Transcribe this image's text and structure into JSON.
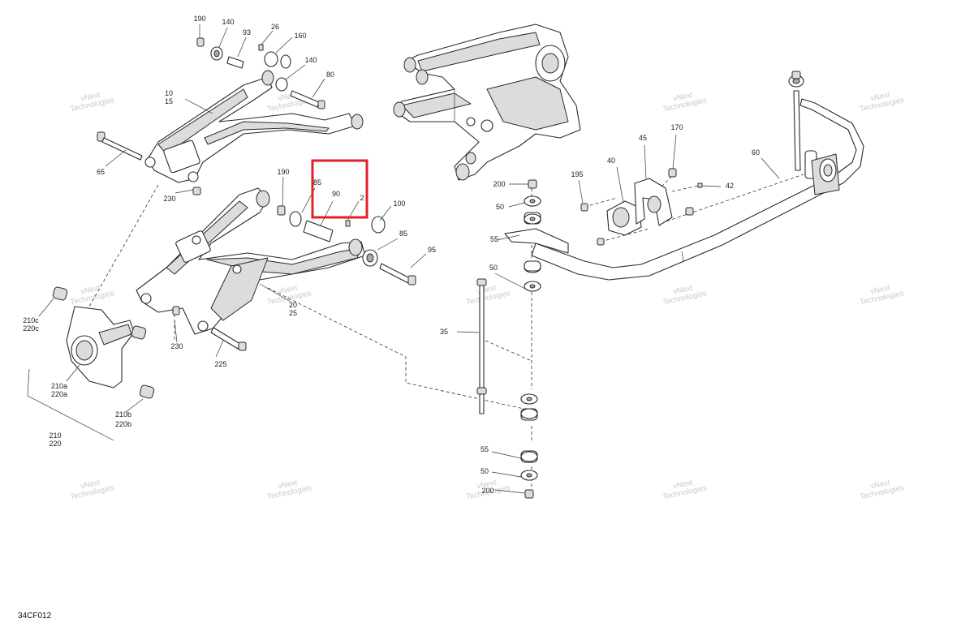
{
  "diagram": {
    "reference_code": "34CF012",
    "watermark_lines": [
      "vNext",
      "Technologies"
    ],
    "highlight_color": "#e0202a",
    "callouts": [
      {
        "id": "c190a",
        "text": "190"
      },
      {
        "id": "c140a",
        "text": "140"
      },
      {
        "id": "c93",
        "text": "93"
      },
      {
        "id": "c26",
        "text": "26"
      },
      {
        "id": "c160",
        "text": "160"
      },
      {
        "id": "c140b",
        "text": "140"
      },
      {
        "id": "c80",
        "text": "80"
      },
      {
        "id": "c10",
        "text": "10"
      },
      {
        "id": "c15",
        "text": "15"
      },
      {
        "id": "c65",
        "text": "65"
      },
      {
        "id": "c230a",
        "text": "230"
      },
      {
        "id": "c190b",
        "text": "190"
      },
      {
        "id": "c85a",
        "text": "85"
      },
      {
        "id": "c90",
        "text": "90"
      },
      {
        "id": "c2",
        "text": "2"
      },
      {
        "id": "c100",
        "text": "100"
      },
      {
        "id": "c85b",
        "text": "85"
      },
      {
        "id": "c95",
        "text": "95"
      },
      {
        "id": "c20",
        "text": "20"
      },
      {
        "id": "c25",
        "text": "25"
      },
      {
        "id": "c230b",
        "text": "230"
      },
      {
        "id": "c225",
        "text": "225"
      },
      {
        "id": "c210c",
        "text": "210c"
      },
      {
        "id": "c220c",
        "text": "220c"
      },
      {
        "id": "c210a",
        "text": "210a"
      },
      {
        "id": "c220a",
        "text": "220a"
      },
      {
        "id": "c210b",
        "text": "210b"
      },
      {
        "id": "c220b",
        "text": "220b"
      },
      {
        "id": "c210",
        "text": "210"
      },
      {
        "id": "c220",
        "text": "220"
      },
      {
        "id": "c200a",
        "text": "200"
      },
      {
        "id": "c50a",
        "text": "50"
      },
      {
        "id": "c55a",
        "text": "55"
      },
      {
        "id": "c50b",
        "text": "50"
      },
      {
        "id": "c35",
        "text": "35"
      },
      {
        "id": "c55b",
        "text": "55"
      },
      {
        "id": "c50c",
        "text": "50"
      },
      {
        "id": "c200b",
        "text": "200"
      },
      {
        "id": "c195",
        "text": "195"
      },
      {
        "id": "c40",
        "text": "40"
      },
      {
        "id": "c45",
        "text": "45"
      },
      {
        "id": "c170",
        "text": "170"
      },
      {
        "id": "c42",
        "text": "42"
      },
      {
        "id": "c60",
        "text": "60"
      }
    ]
  }
}
